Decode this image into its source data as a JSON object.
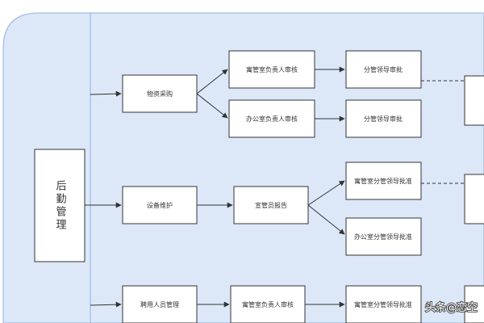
{
  "colors": {
    "background": "#dce8f8",
    "panel_border": "#8fb0e2",
    "node_fill": "#ffffff",
    "node_border": "#333333",
    "line": "#333333",
    "watermark_text": "#ffffff"
  },
  "main_node": {
    "label": "后勤管理"
  },
  "rows": {
    "procurement": {
      "head": "物资采购",
      "upper_review": "寓管室负责人审核",
      "upper_approve": "分管领导审批",
      "lower_review": "办公室负责人审核",
      "lower_approve": "分管领导审批"
    },
    "maintenance": {
      "head": "设备维护",
      "report": "宣管员报告",
      "upper_approve": "寓管室分管领导批准",
      "lower_approve": "办公室分管领导批准"
    },
    "staffing": {
      "head": "聘用人员管理",
      "review": "寓管室负责人审核",
      "approve": "寓管室分管领导批准"
    }
  },
  "watermark": {
    "text": "头条@恋空"
  }
}
